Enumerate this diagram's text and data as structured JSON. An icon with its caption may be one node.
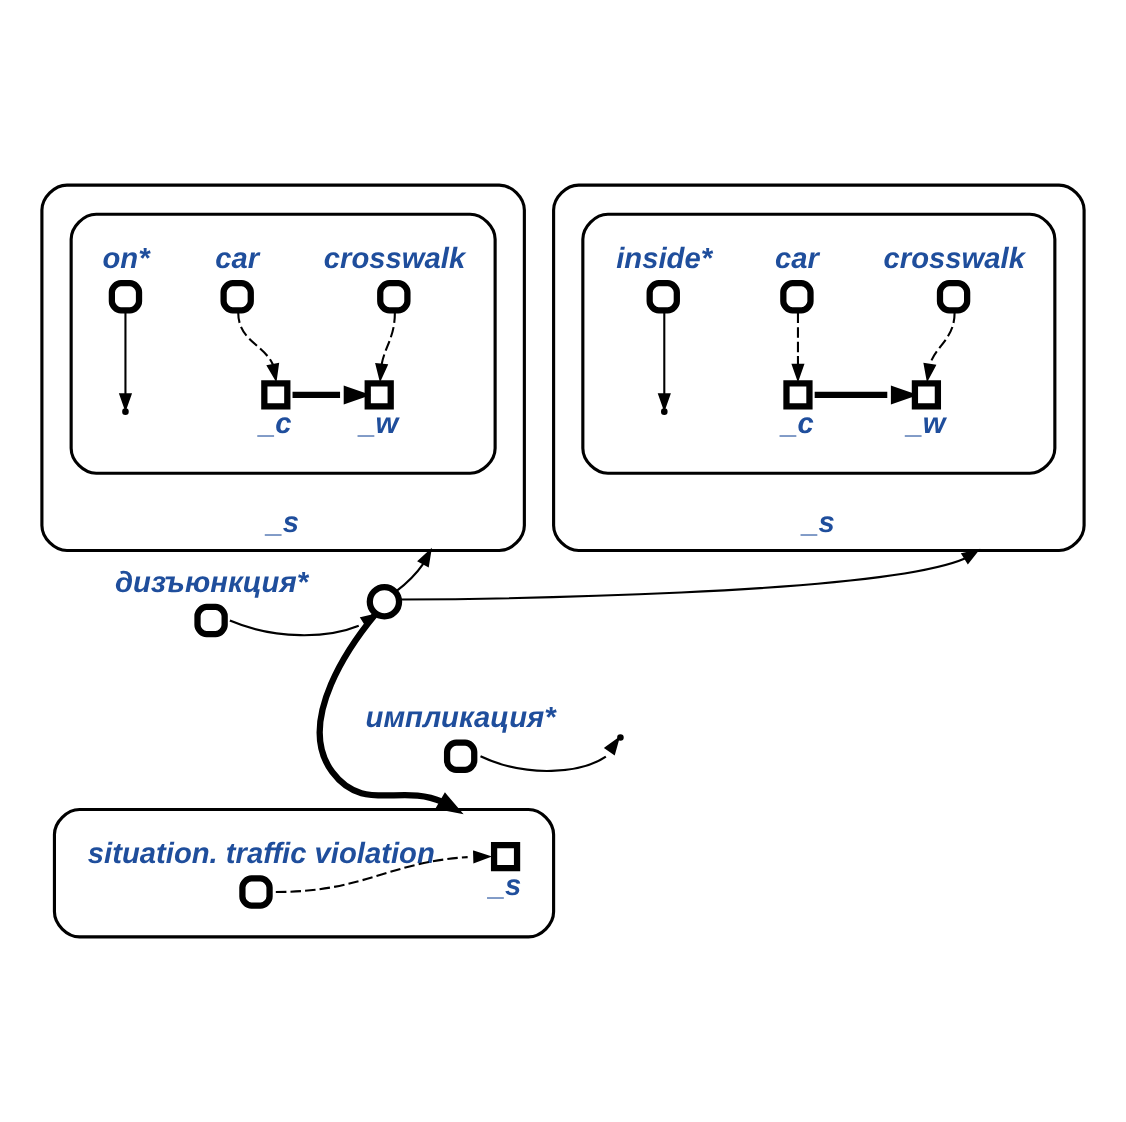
{
  "diagram": {
    "nodes": [
      {
        "text": [
          "_s"
        ]
      },
      {
        "text": [],
        "shape": "box",
        "in": 0
      },
      {
        "text": [
          "crosswalk"
        ],
        "in": 1
      },
      {
        "text": [
          "car"
        ],
        "in": 1
      },
      {
        "text": [
          "on*"
        ],
        "in": 1
      },
      {
        "text": [
          "_w"
        ],
        "in": 1
      },
      {
        "text": [
          "_c"
        ],
        "in": 1
      },
      {
        "text": [
          "_s"
        ]
      },
      {
        "text": [],
        "shape": "box",
        "in": 7
      },
      {
        "text": [
          "crosswalk"
        ],
        "in": 8
      },
      {
        "text": [
          "car"
        ],
        "in": 8
      },
      {
        "text": [
          "inside*"
        ],
        "in": 8
      },
      {
        "text": [
          "_w"
        ],
        "in": 8
      },
      {
        "text": [
          "_c"
        ],
        "in": 8
      },
      {
        "text": [],
        "shape": "circle"
      },
      {
        "text": [
          "дизъюнкция*"
        ]
      },
      {
        "text": [
          "импликация*"
        ]
      },
      {
        "text": [],
        "shape": "box"
      },
      {
        "text": [
          "_s"
        ],
        "in": 17
      },
      {
        "text": [
          "situation. traffic violation"
        ],
        "in": 17
      }
    ],
    "edges": [
      {
        "from": 2,
        "to": 5,
        "arrow": "to",
        "style": "dashed"
      },
      {
        "from": 3,
        "to": 6,
        "arrow": "to",
        "style": "dashed"
      },
      {
        "from": 6,
        "to": 5,
        "arrow": "to",
        "style": "thick"
      },
      {
        "from": 4,
        "to": null,
        "arrow": "to"
      },
      {
        "from": 9,
        "to": 12,
        "arrow": "to",
        "style": "dashed"
      },
      {
        "from": 10,
        "to": 13,
        "arrow": "to",
        "style": "dashed"
      },
      {
        "from": 13,
        "to": 12,
        "arrow": "to",
        "style": "thick"
      },
      {
        "from": 11,
        "to": null,
        "arrow": "to"
      },
      {
        "from": 14,
        "to": 0,
        "arrow": "to"
      },
      {
        "from": 14,
        "to": 7,
        "arrow": "to"
      },
      {
        "from": 15,
        "to": 14,
        "arrow": "to"
      },
      {
        "from": 16,
        "to": null,
        "arrow": "to"
      },
      {
        "from": 14,
        "to": 17,
        "arrow": "to",
        "style": "thick"
      },
      {
        "from": 19,
        "to": 18,
        "arrow": "to",
        "style": "dashed"
      }
    ]
  }
}
